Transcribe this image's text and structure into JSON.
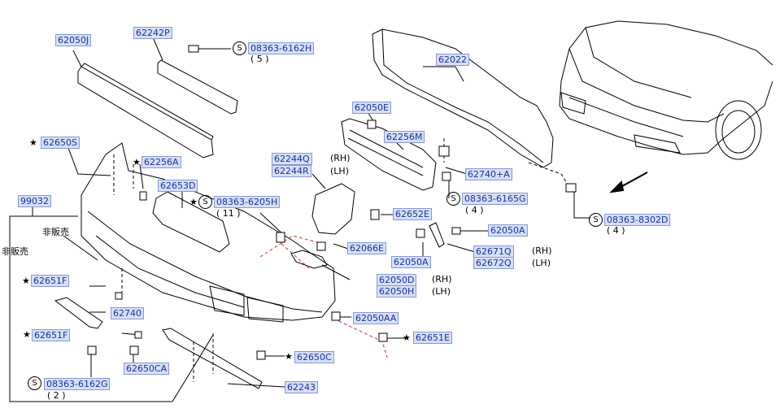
{
  "parts": {
    "p62050J": "62050J",
    "p62242P": "62242P",
    "p08363_6162H": "08363-6162H",
    "qty_6162H": "( 5 )",
    "p62022": "62022",
    "p62050E": "62050E",
    "p62256M": "62256M",
    "p62244Q": "62244Q",
    "p62244R": "62244R",
    "p62740A": "62740+A",
    "p08363_6165G": "08363-6165G",
    "qty_6165G": "( 4 )",
    "p62652E": "62652E",
    "p62050A_r": "62050A",
    "p62050A_l": "62050A",
    "p62671Q": "62671Q",
    "p62672Q": "62672Q",
    "p62066E": "62066E",
    "p62050D": "62050D",
    "p62050H": "62050H",
    "p62050AA": "62050AA",
    "p62651E": "62651E",
    "p62650C": "62650C",
    "p62243": "62243",
    "p62650CA": "62650CA",
    "p08363_6162G": "08363-6162G",
    "qty_6162G": "( 2 )",
    "p62651F_top": "62651F",
    "p62651F_bot": "62651F",
    "p62740": "62740",
    "p62650S": "62650S",
    "p62256A": "62256A",
    "p62653D": "62653D",
    "p08363_6205H": "08363-6205H",
    "qty_6205H": "( 11 )",
    "p99032": "99032",
    "p08363_8302D": "08363-8302D",
    "qty_8302D": "( 4 )"
  },
  "text": {
    "rh_1": "(RH)",
    "lh_1": "(LH)",
    "rh_2": "(RH)",
    "lh_2": "(LH)",
    "rh_3": "(RH)",
    "lh_3": "(LH)",
    "not_for_sale_1": "非販売",
    "not_for_sale_2": "非販売",
    "s_mark": "S",
    "star": "★"
  },
  "colors": {
    "label_bg": "#d6e0f5",
    "label_text": "#1a2ea8",
    "line": "#000000",
    "dashed_red": "#d03030"
  }
}
